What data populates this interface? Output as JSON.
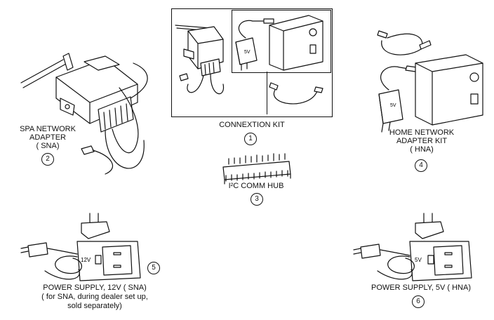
{
  "sna": {
    "name_line1": "SPA NETWORK",
    "name_line2": "ADAPTER",
    "abbr": "( SNA)",
    "number": "2"
  },
  "kit": {
    "name": "CONNEXTION KIT",
    "number": "1"
  },
  "hub": {
    "name": "I²C COMM HUB",
    "number": "3"
  },
  "hna": {
    "name_line1": "HOME NETWORK",
    "name_line2": "ADAPTER KIT",
    "abbr": "( HNA)",
    "number": "4"
  },
  "ps12": {
    "name": "POWER SUPPLY, 12V  ( SNA)",
    "note_line1": "( for SNA, during dealer set up,",
    "note_line2": "sold separately)",
    "number": "5",
    "voltage": "12V"
  },
  "ps5": {
    "name": "POWER SUPPLY, 5V   ( HNA)",
    "number": "6",
    "voltage": "5V"
  },
  "kit_adapter_voltage": "5V",
  "hna_adapter_voltage": "5V"
}
